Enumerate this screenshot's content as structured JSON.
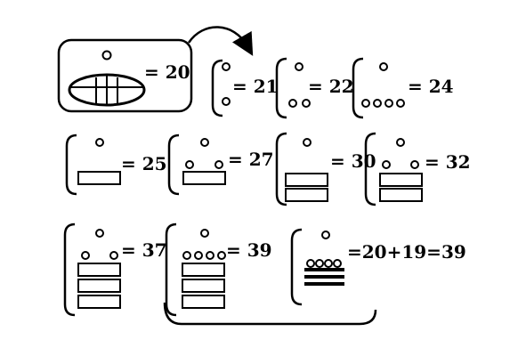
{
  "equations": {
    "shell_value": "= 20",
    "v21": "= 21",
    "v22": "= 22",
    "v24": "= 24",
    "v25": "= 25",
    "v27": "= 27",
    "v30": "= 30",
    "v32": "= 32",
    "v37": "= 37",
    "v39": "= 39",
    "v39_sum": "=20+19=39"
  },
  "colors": {
    "ink": "#000000",
    "paper": "#ffffff"
  },
  "icons": [
    "shell-icon",
    "dot-icon",
    "bar-icon",
    "bracket-icon",
    "curved-arrow-icon"
  ]
}
